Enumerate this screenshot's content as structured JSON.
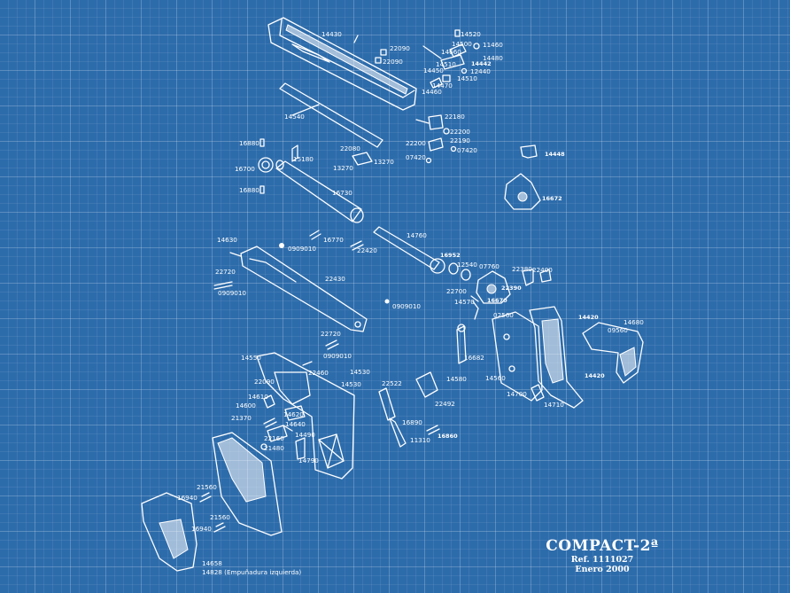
{
  "title_block": {
    "model": "COMPACT-2ª",
    "reference": "Ref. 1111027",
    "date": "Enero 2000"
  },
  "part_labels": {
    "p14430": "14430",
    "p22090a": "22090",
    "p22090b": "22090",
    "p14520": "14520",
    "p14500": "14500",
    "p11460": "11460",
    "p14660": "14660",
    "p14480": "14480",
    "p14442": "14442",
    "p14510a": "14510",
    "p14450": "14450",
    "p12440": "12440",
    "p14470": "14470",
    "p14510b": "14510",
    "p14460": "14460",
    "p14540": "14540",
    "p22180": "22180",
    "p22200a": "22200",
    "p22200b": "22200",
    "p22190": "22190",
    "p07420a": "07420",
    "p07420b": "07420",
    "p16880a": "16880",
    "p22080": "22080",
    "p15180": "15180",
    "p13270a": "13270",
    "p13270b": "13270",
    "p16700": "16700",
    "p16880b": "16880",
    "p16730": "16730",
    "p14448": "14448",
    "p16672": "16672",
    "p14630": "14630",
    "p16770": "16770",
    "p0909010a": "0909010",
    "p22420": "22420",
    "p14760": "14760",
    "p16952": "16952",
    "p12540": "12540",
    "p07760": "07760",
    "p22380": "22380",
    "p22400": "22400",
    "p22720a": "22720",
    "p0909010b": "0909010",
    "p22430": "22430",
    "p22700": "22700",
    "p22390": "22390",
    "p14570": "14570",
    "p16670": "16670",
    "p0909010c": "0909010",
    "p02560": "02560",
    "p14420a": "14420",
    "p14680": "14680",
    "p09560": "09560",
    "p22720b": "22720",
    "p0909010d": "0909010",
    "p14550": "14550",
    "p16682": "16682",
    "p22460": "22460",
    "p14530a": "14530",
    "p22090c": "22090",
    "p14530b": "14530",
    "p14580": "14580",
    "p14560": "14560",
    "p14420b": "14420",
    "p22522": "22522",
    "p14610": "14610",
    "p14600": "14600",
    "p14620": "14620",
    "p22492": "22492",
    "p14700": "14700",
    "p14710": "14710",
    "p21370": "21370",
    "p14640": "14640",
    "p16890": "16890",
    "p14490": "14490",
    "p22160": "22160",
    "p16860": "16860",
    "p11310": "11310",
    "p21480": "21480",
    "p14790": "14790",
    "p21560a": "21560",
    "p16940a": "16940",
    "p21560b": "21560",
    "p16940b": "16940",
    "p14658": "14658",
    "p14828": "14828 (Empuñadura izquierda)"
  },
  "colors": {
    "background": "#2d6cab",
    "ink": "#ffffff"
  }
}
